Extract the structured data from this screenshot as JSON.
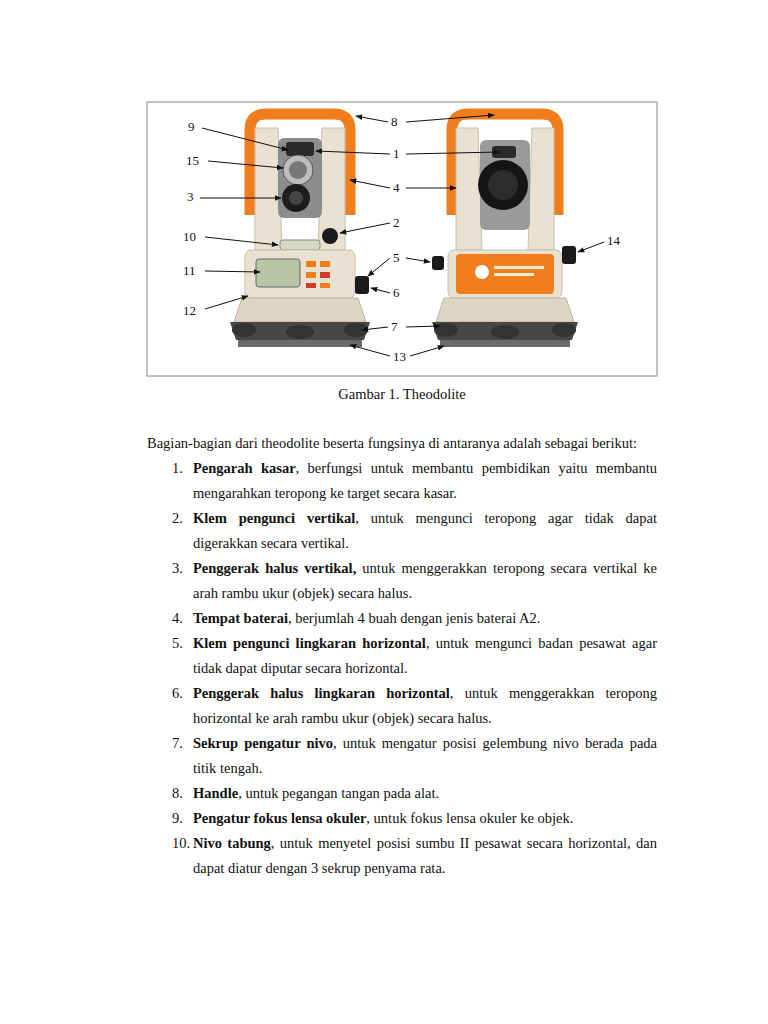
{
  "diagram": {
    "caption": "Gambar 1. Theodolite",
    "labels": [
      "9",
      "15",
      "3",
      "10",
      "11",
      "12",
      "8",
      "1",
      "4",
      "2",
      "5",
      "6",
      "7",
      "13",
      "14",
      "Bagian-bagian dari theodolite beserta fungsinya di antaranya adalah sebagai berikut:",
      "1.",
      "Pengarah kasar",
      ", berfungsi untuk membantu pembidikan yaitu membantu mengarahkan teropong ke target secara kasar.",
      "2.",
      "Klem pengunci vertikal",
      ", untuk mengunci teropong agar tidak dapat digerakkan secara vertikal.",
      "3.",
      "Penggerak halus vertikal,",
      " untuk menggerakkan teropong secara vertikal ke arah rambu ukur (objek) secara halus.",
      "4.",
      "Tempat baterai",
      ", berjumlah 4 buah dengan jenis baterai A2.",
      "5.",
      "Klem pengunci lingkaran horizontal",
      ", untuk mengunci badan pesawat agar tidak dapat diputar secara horizontal.",
      "6.",
      "Penggerak halus lingkaran horizontal",
      ", untuk menggerakkan teropong horizontal ke arah rambu ukur (objek) secara halus.",
      "7.",
      "Sekrup pengatur nivo",
      ", untuk mengatur posisi gelembung nivo berada pada titik tengah.",
      "8.",
      "Handle",
      ", untuk pegangan tangan pada alat.",
      "9.",
      "Pengatur fokus lensa okuler",
      ", untuk fokus lensa okuler ke objek.",
      "10.",
      "Nivo tabung",
      ", untuk menyetel posisi sumbu II pesawat secara horizontal, dan dapat diatur dengan 3 sekrup penyama rata."
    ]
  }
}
